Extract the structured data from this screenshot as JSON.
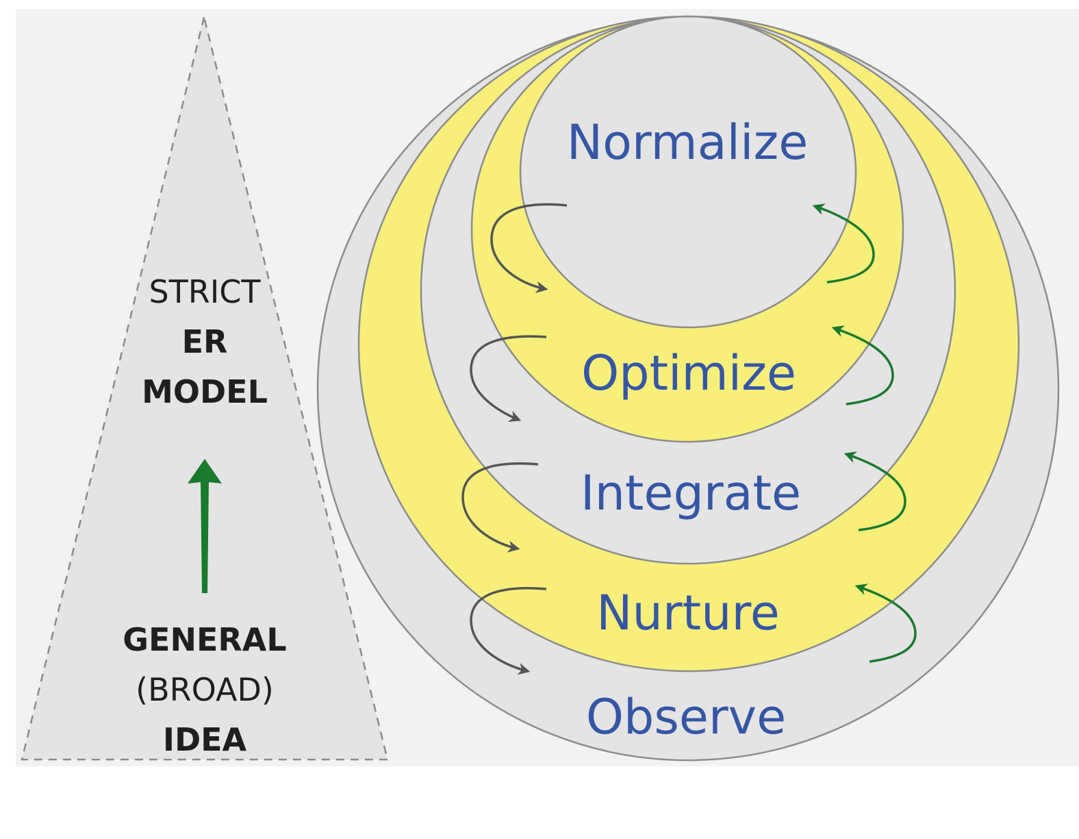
{
  "colors": {
    "panel_background": "#f2f2f2",
    "triangle_fill": "#e4e4e4",
    "triangle_stroke": "#8a8a8a",
    "ring_gray": "#e4e4e4",
    "ring_yellow": "#f7ef7a",
    "ring_stroke": "#8c8c8c",
    "label_blue": "#3457a5",
    "arrow_dark": "#555555",
    "arrow_green": "#177a2c",
    "text_dark": "#1f1f1f"
  },
  "triangle": {
    "top_lines": [
      "STRICT",
      "ER",
      "MODEL"
    ],
    "bottom_lines": [
      "GENERAL",
      "(BROAD)",
      "IDEA"
    ]
  },
  "rings": [
    {
      "label": "Observe",
      "fill": "gray"
    },
    {
      "label": "Nurture",
      "fill": "yellow"
    },
    {
      "label": "Integrate",
      "fill": "gray"
    },
    {
      "label": "Optimize",
      "fill": "yellow"
    },
    {
      "label": "Normalize",
      "fill": "gray"
    }
  ],
  "icons": {
    "up_arrow": "green-up-arrow-icon",
    "down_arrows": "curved-down-arrow-icon",
    "up_curved_arrows": "curved-up-arrow-icon"
  }
}
